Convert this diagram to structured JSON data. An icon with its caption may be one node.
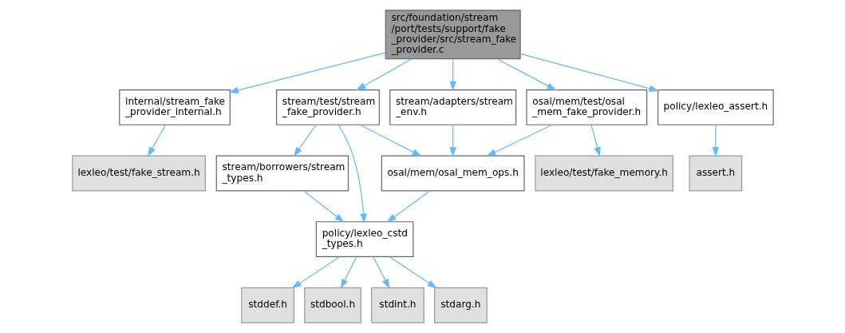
{
  "diagram": {
    "nodes": [
      {
        "text": [
          "src/foundation/stream /port/tests/support/fake _provider/src/stream_fake _provider.c"
        ]
      },
      {
        "text": [
          "internal/stream_fake _provider_internal.h"
        ]
      },
      {
        "text": [
          "stream/test/stream _fake_provider.h"
        ]
      },
      {
        "text": [
          "stream/adapters/stream _env.h"
        ]
      },
      {
        "text": [
          "osal/mem/test/osal _mem_fake_provider.h"
        ]
      },
      {
        "text": [
          "policy/lexleo_assert.h"
        ]
      },
      {
        "text": [
          "lexleo/test/fake_stream.h"
        ]
      },
      {
        "text": [
          "stream/borrowers/stream _types.h"
        ]
      },
      {
        "text": [
          "osal/mem/osal_mem_ops.h"
        ]
      },
      {
        "text": [
          "lexleo/test/fake_memory.h"
        ]
      },
      {
        "text": [
          "assert.h"
        ]
      },
      {
        "text": [
          "policy/lexleo_cstd _types.h"
        ]
      },
      {
        "text": [
          "stddef.h"
        ]
      },
      {
        "text": [
          "stdbool.h"
        ]
      },
      {
        "text": [
          "stdint.h"
        ]
      },
      {
        "text": [
          "stdarg.h"
        ]
      }
    ],
    "edges": [
      {
        "from": 0,
        "to": 1,
        "arrow": "to"
      },
      {
        "from": 0,
        "to": 2,
        "arrow": "to"
      },
      {
        "from": 0,
        "to": 3,
        "arrow": "to"
      },
      {
        "from": 0,
        "to": 4,
        "arrow": "to"
      },
      {
        "from": 0,
        "to": 5,
        "arrow": "to"
      },
      {
        "from": 1,
        "to": 6,
        "arrow": "to"
      },
      {
        "from": 2,
        "to": 7,
        "arrow": "to"
      },
      {
        "from": 2,
        "to": 8,
        "arrow": "to"
      },
      {
        "from": 2,
        "to": 11,
        "arrow": "to"
      },
      {
        "from": 3,
        "to": 8,
        "arrow": "to"
      },
      {
        "from": 4,
        "to": 8,
        "arrow": "to"
      },
      {
        "from": 4,
        "to": 9,
        "arrow": "to"
      },
      {
        "from": 5,
        "to": 10,
        "arrow": "to"
      },
      {
        "from": 7,
        "to": 11,
        "arrow": "to"
      },
      {
        "from": 8,
        "to": 11,
        "arrow": "to"
      },
      {
        "from": 11,
        "to": 12,
        "arrow": "to"
      },
      {
        "from": 11,
        "to": 13,
        "arrow": "to"
      },
      {
        "from": 11,
        "to": 14,
        "arrow": "to"
      },
      {
        "from": 11,
        "to": 15,
        "arrow": "to"
      }
    ]
  }
}
